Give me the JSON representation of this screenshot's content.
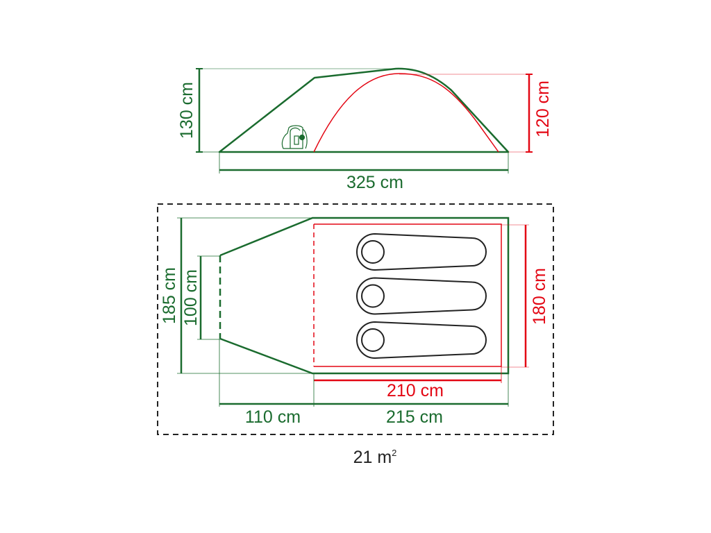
{
  "colors": {
    "tent": "#1a6b2e",
    "inner": "#e30613",
    "outline": "#222222"
  },
  "side_view": {
    "total_height": "130 cm",
    "inner_height": "120 cm",
    "total_length": "325 cm"
  },
  "floor_plan": {
    "total_width": "185 cm",
    "door_width": "100 cm",
    "inner_width": "180 cm",
    "inner_length": "210 cm",
    "porch_length": "110 cm",
    "bedroom_length": "215 cm",
    "sleeping_bags": 3
  },
  "area": {
    "value": "21 m",
    "unit_sup": "2"
  }
}
